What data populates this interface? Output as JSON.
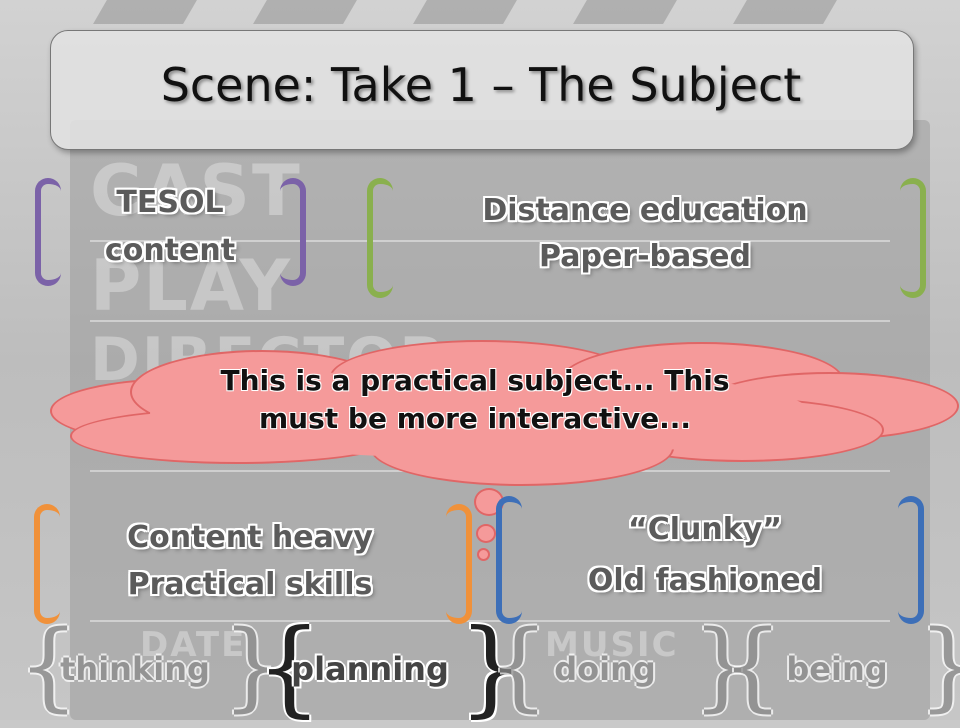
{
  "slide": {
    "title": "Scene: Take 1 – The Subject"
  },
  "background": {
    "clapperboard_words": [
      "CAST",
      "PLAY",
      "DIRECTOR",
      "DATE",
      "MUSIC"
    ]
  },
  "boxes": [
    {
      "lines": [
        "TESOL",
        "content"
      ],
      "bracket_color": "#7b62a8"
    },
    {
      "lines": [
        "Distance education",
        "Paper-based"
      ],
      "bracket_color": "#8ab04e"
    },
    {
      "lines": [
        "Content heavy",
        "Practical skills"
      ],
      "bracket_color": "#f0913a"
    },
    {
      "lines": [
        "“Clunky”",
        "Old fashioned"
      ],
      "bracket_color": "#3d6fb8"
    }
  ],
  "thought_cloud": {
    "lines": [
      "This is a practical subject... This",
      "must be more interactive..."
    ],
    "fill_color": "#f59a9a"
  },
  "nav": {
    "items": [
      {
        "label": "thinking",
        "active": false
      },
      {
        "label": "planning",
        "active": true
      },
      {
        "label": "doing",
        "active": false
      },
      {
        "label": "being",
        "active": false
      }
    ]
  }
}
